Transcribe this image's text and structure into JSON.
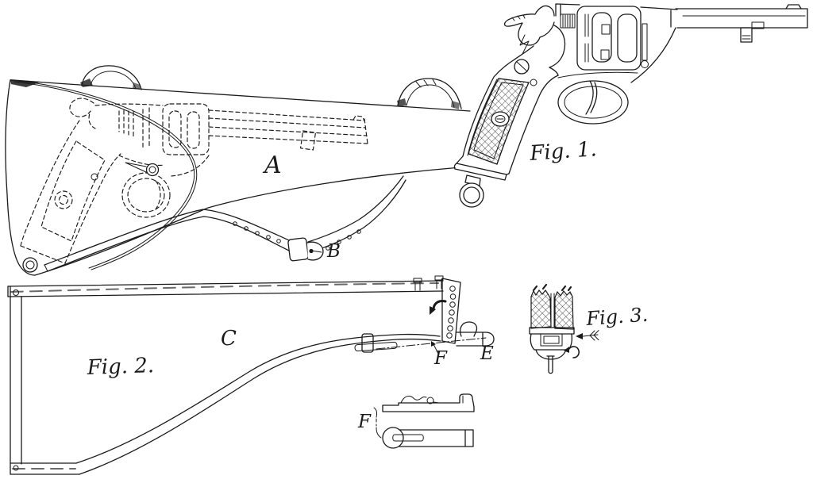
{
  "palette": {
    "paper": "#ffffff",
    "ink": "#1a1a1a"
  },
  "figures": {
    "fig1": {
      "caption": "Fig. 1."
    },
    "fig2": {
      "caption": "Fig. 2.",
      "frame_label": "C",
      "latch_label": "F",
      "spigot_label": "E"
    },
    "fig3": {
      "caption": "Fig. 3."
    },
    "holster": {
      "body_label": "A",
      "strap_label": "B"
    },
    "latch_detail": {
      "label": "F"
    }
  }
}
